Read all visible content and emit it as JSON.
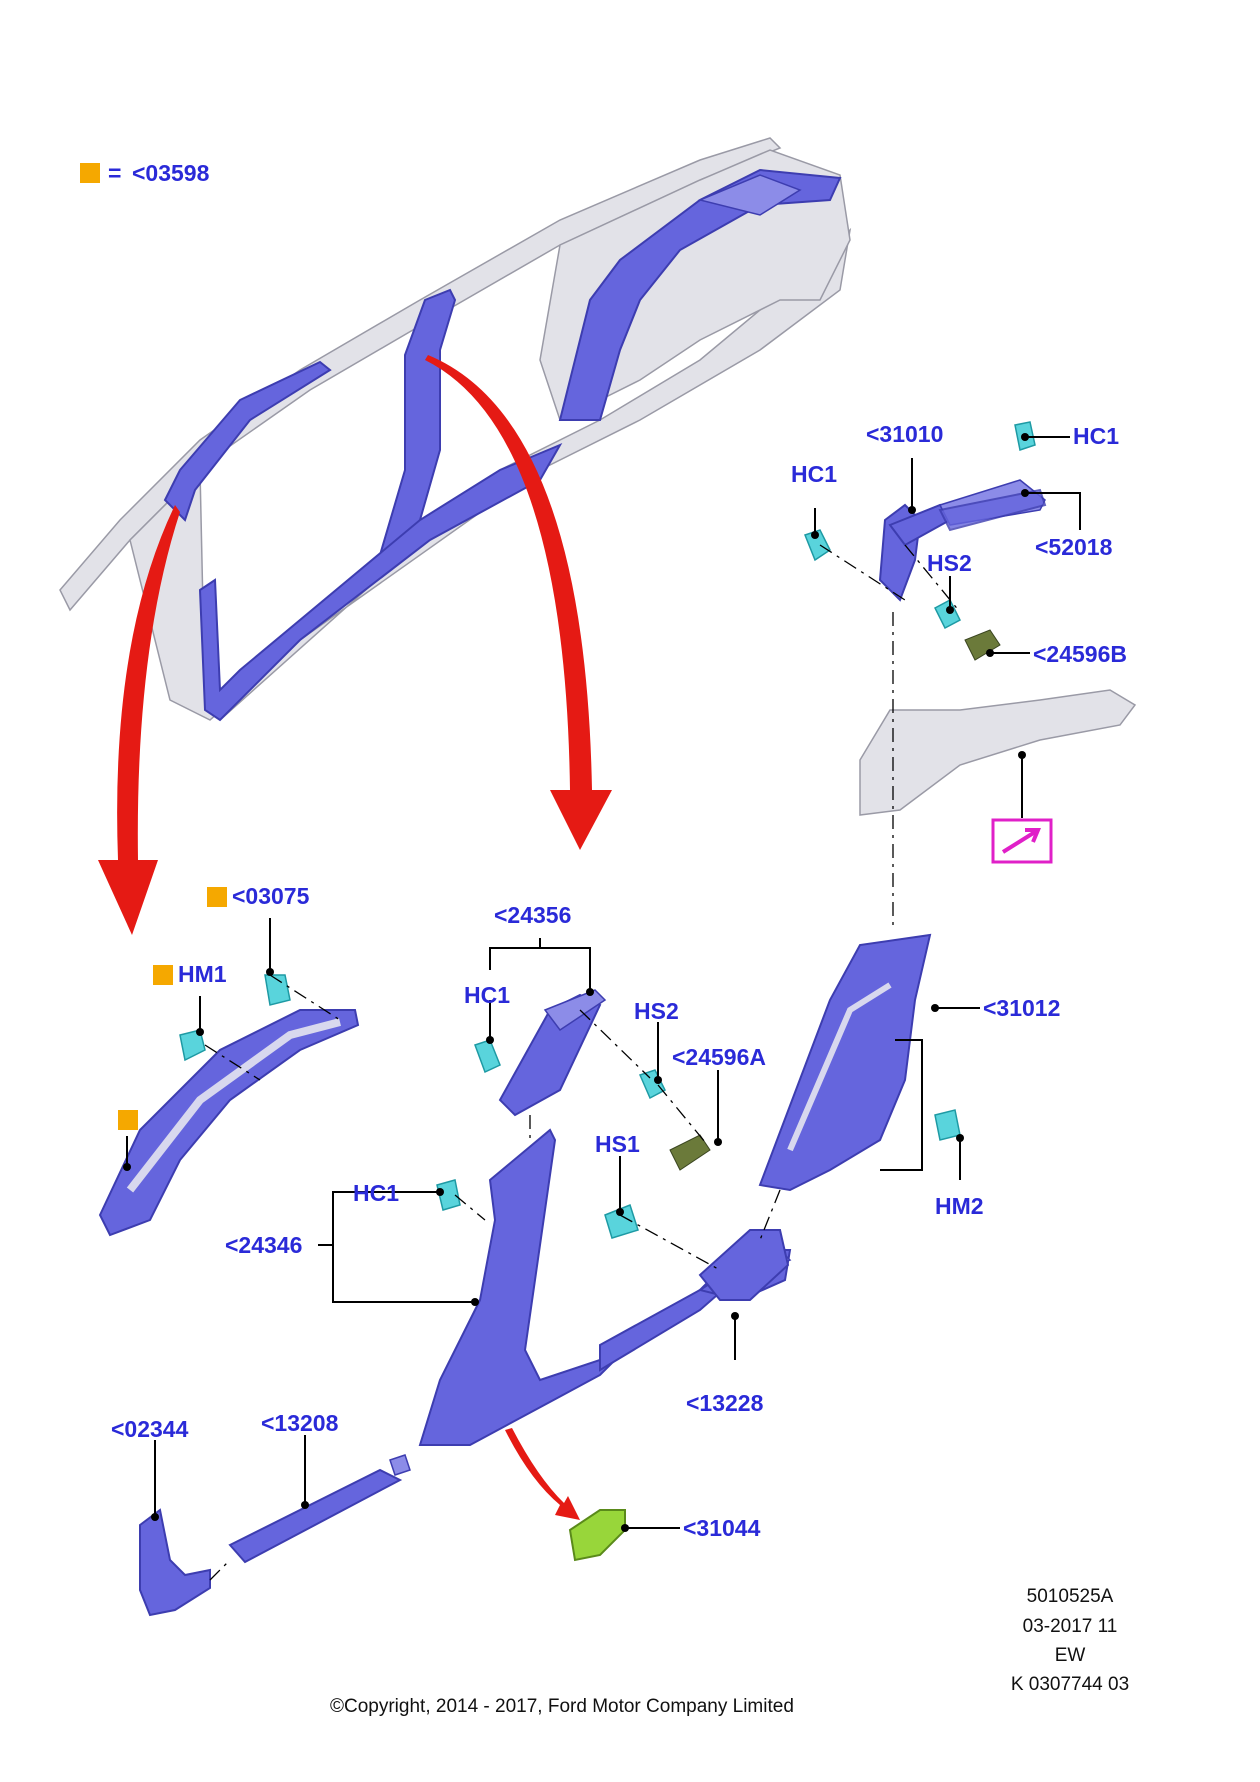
{
  "legend": {
    "label": "<03598",
    "equals": "=",
    "swatch_color": "#f5a800"
  },
  "callouts": {
    "c31010": "<31010",
    "hc1_top_right": "HC1",
    "hc1_top_left": "HC1",
    "c52018": "<52018",
    "hs2_top": "HS2",
    "c24596b": "<24596B",
    "c03075": "<03075",
    "hm1": "HM1",
    "c24356": "<24356",
    "hc1_mid": "HC1",
    "hs2_mid": "HS2",
    "c24596a": "<24596A",
    "c31012": "<31012",
    "hs1": "HS1",
    "hm2": "HM2",
    "hc1_low": "HC1",
    "c24346": "<24346",
    "c13228": "<13228",
    "c02344": "<02344",
    "c13208": "<13208",
    "c31044": "<31044"
  },
  "footer": {
    "ref1": "5010525A",
    "ref2": "03-2017 11",
    "ref3": "EW",
    "ref4": "K 0307744 03",
    "copyright": "©Copyright, 2014 - 2017, Ford Motor Company Limited"
  },
  "colors": {
    "part_fill": "#6565dd",
    "label_blue": "#2a2ad8",
    "arrow_red": "#e51a14",
    "clip_cyan": "#59d4dc",
    "marker_orange": "#f5a800",
    "pointer_magenta": "#e020c8",
    "cap_green": "#98d63a"
  }
}
